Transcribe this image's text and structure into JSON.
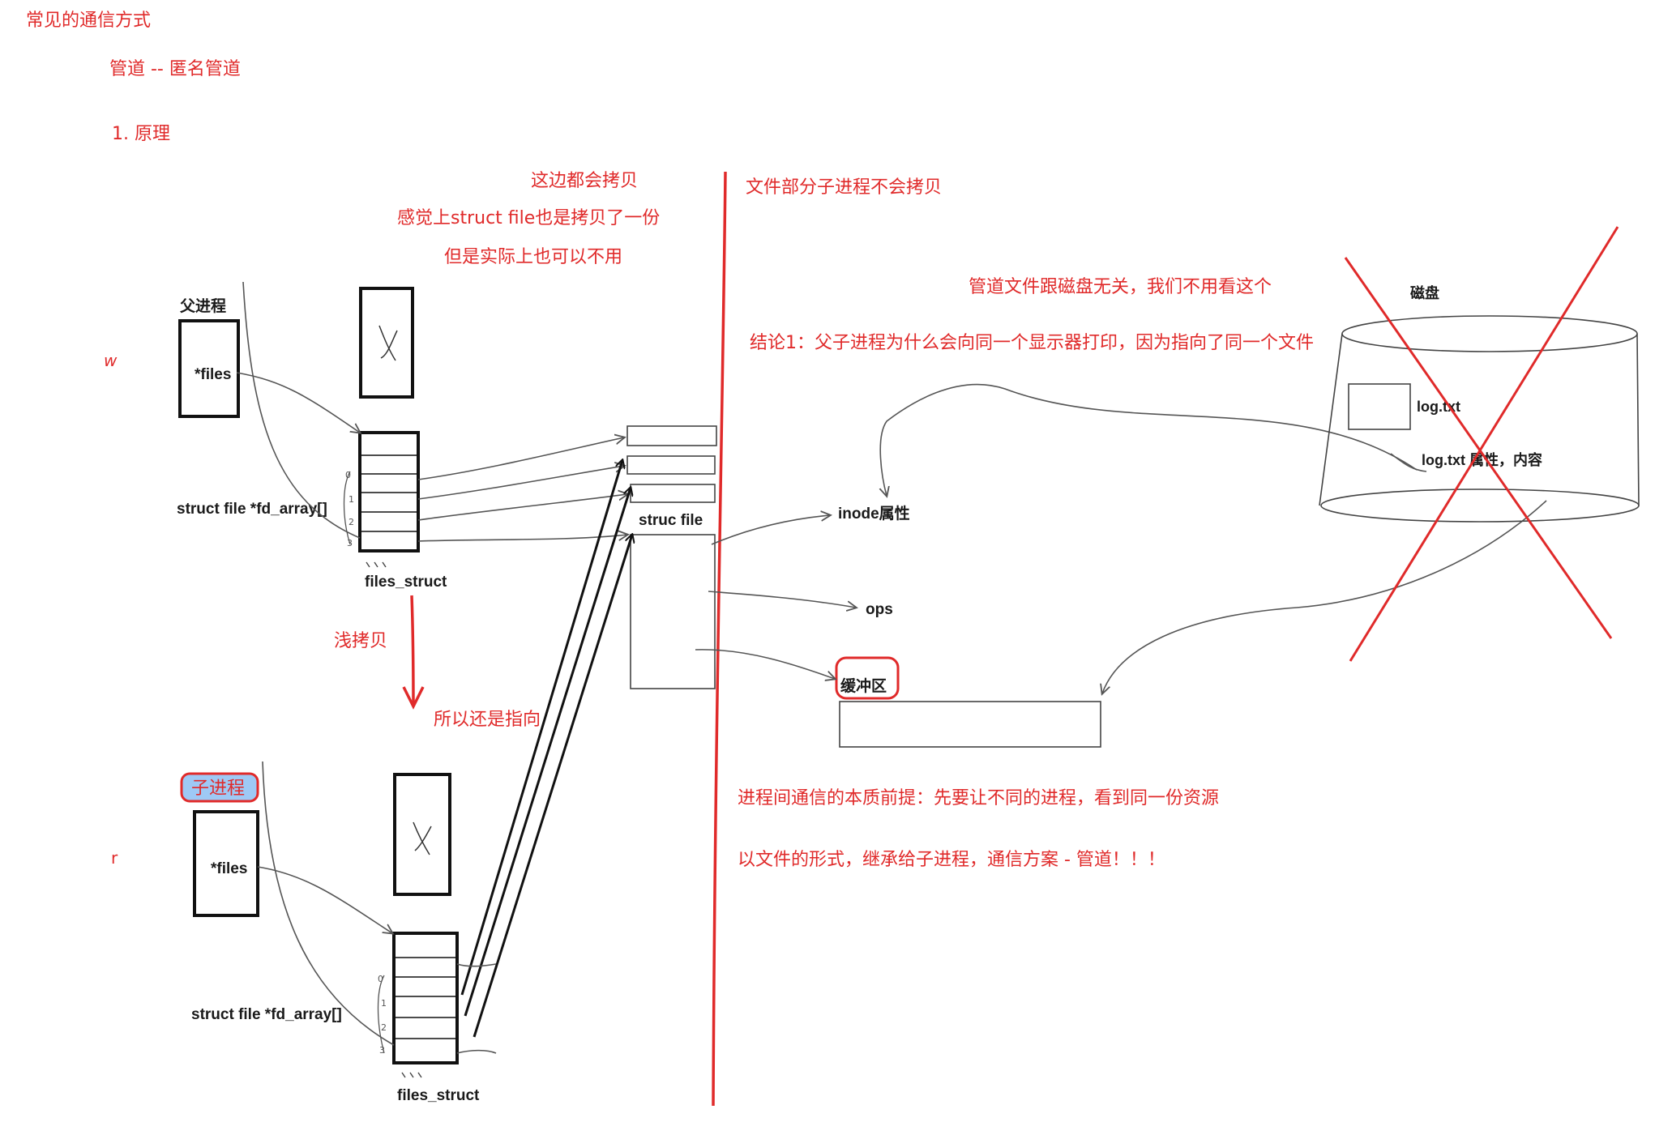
{
  "headings": {
    "topic": "常见的通信方式",
    "pipe": "管道 -- 匿名管道",
    "principle": "1. 原理"
  },
  "notes": {
    "copy1": "这边都会拷贝",
    "copy2": "感觉上struct file也是拷贝了一份",
    "copy3": "但是实际上也可以不用",
    "no_copy": "文件部分子进程不会拷贝",
    "disk_note": "管道文件跟磁盘无关，我们不用看这个",
    "conclusion1": "结论1：父子进程为什么会向同一个显示器打印，因为指向了同一个文件",
    "shallow_copy": "浅拷贝",
    "still_point": "所以还是指向",
    "essence": "进程间通信的本质前提：先要让不同的进程，看到同一份资源",
    "scheme": "以文件的形式，继承给子进程，通信方案 - 管道！！！"
  },
  "labels": {
    "w": "w",
    "r": "r",
    "parent": "父进程",
    "child": "子进程",
    "files_parent": "*files",
    "files_child": "*files",
    "fd_array_parent": "struct file *fd_array[]",
    "fd_array_child": "struct file *fd_array[]",
    "files_struct_parent": "files_struct",
    "files_struct_child": "files_struct",
    "struc_file": "struc file",
    "inode": "inode属性",
    "ops": "ops",
    "buffer": "缓冲区",
    "disk": "磁盘",
    "log_txt": "log.txt",
    "log_attr": "log.txt 属性，内容",
    "idx0_p": "0",
    "idx1_p": "1",
    "idx2_p": "2",
    "idx3_p": "3",
    "idx0_c": "0",
    "idx1_c": "1",
    "idx2_c": "2",
    "idx3_c": "3"
  },
  "colors": {
    "annotation": "#e02a2a",
    "child_highlight": "#9ec9f5",
    "ink": "#111111"
  }
}
